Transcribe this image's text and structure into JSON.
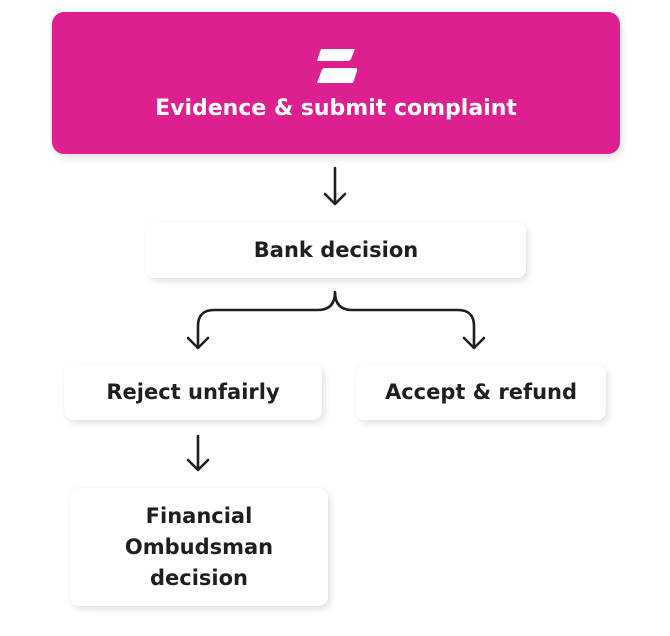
{
  "colors": {
    "brand": "#DE1F8F",
    "text": "#1F1F1F",
    "box_bg": "#FFFFFF"
  },
  "header": {
    "logo_icon": "brand-logo-icon",
    "title": "Evidence & submit complaint"
  },
  "nodes": {
    "bank_decision": "Bank decision",
    "reject_unfairly": "Reject unfairly",
    "accept_refund": "Accept & refund",
    "ombudsman_lines": [
      "Financial",
      "Ombudsman",
      "decision"
    ]
  }
}
